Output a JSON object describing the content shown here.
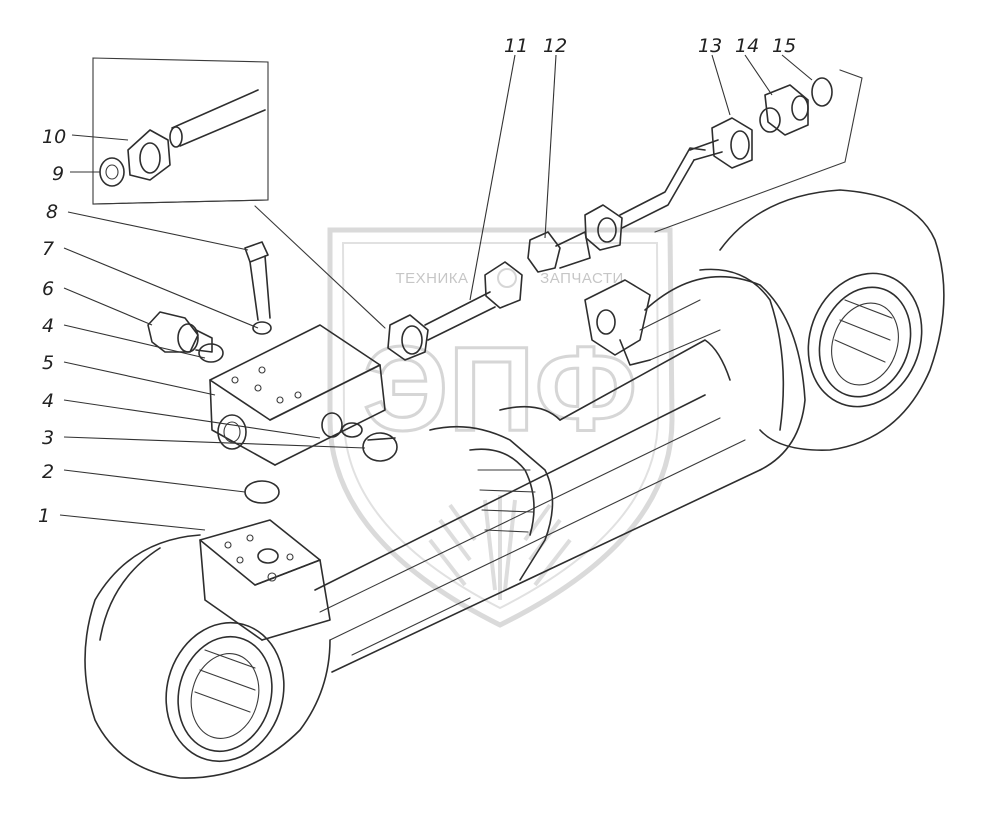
{
  "watermark": {
    "line1": "ТЕХНИКА",
    "line2": "ЗАПЧАСТИ",
    "logo": "ЭПФ",
    "color": "#cfcfcf"
  },
  "callouts": [
    "1",
    "2",
    "3",
    "4",
    "4",
    "5",
    "6",
    "7",
    "8",
    "9",
    "10",
    "11",
    "12",
    "13",
    "14",
    "15"
  ],
  "colors": {
    "ink": "#2e2e2e",
    "paper": "#ffffff"
  }
}
